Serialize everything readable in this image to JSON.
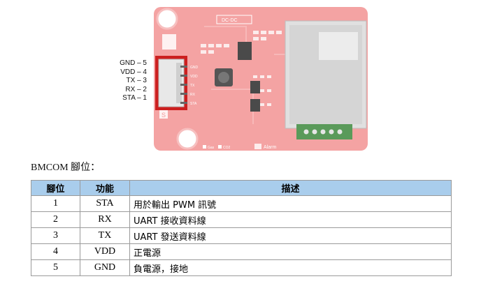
{
  "figure": {
    "pin_labels": [
      "GND – 5",
      "VDD – 4",
      "TX – 3",
      "RX – 2",
      "STA – 1"
    ],
    "board": {
      "converter_label": "DC-DC",
      "connector_mark": "S",
      "led_labels": [
        "Gas",
        "CO2",
        "Alarm"
      ],
      "silk_pins": [
        "GND",
        "VDD",
        "TX",
        "RX",
        "STA"
      ],
      "board_color": "#f29a9a",
      "sensor_color": "#d8d8d8"
    }
  },
  "caption": "BMCOM 腳位：",
  "table": {
    "headers": [
      "腳位",
      "功能",
      "描述"
    ],
    "header_color": "#a9cdec",
    "rows": [
      {
        "pin": "1",
        "function": "STA",
        "description": "用於輸出 PWM 訊號"
      },
      {
        "pin": "2",
        "function": "RX",
        "description": "UART 接收資料線"
      },
      {
        "pin": "3",
        "function": "TX",
        "description": "UART 發送資料線"
      },
      {
        "pin": "4",
        "function": "VDD",
        "description": "正電源"
      },
      {
        "pin": "5",
        "function": "GND",
        "description": "負電源，接地"
      }
    ]
  }
}
